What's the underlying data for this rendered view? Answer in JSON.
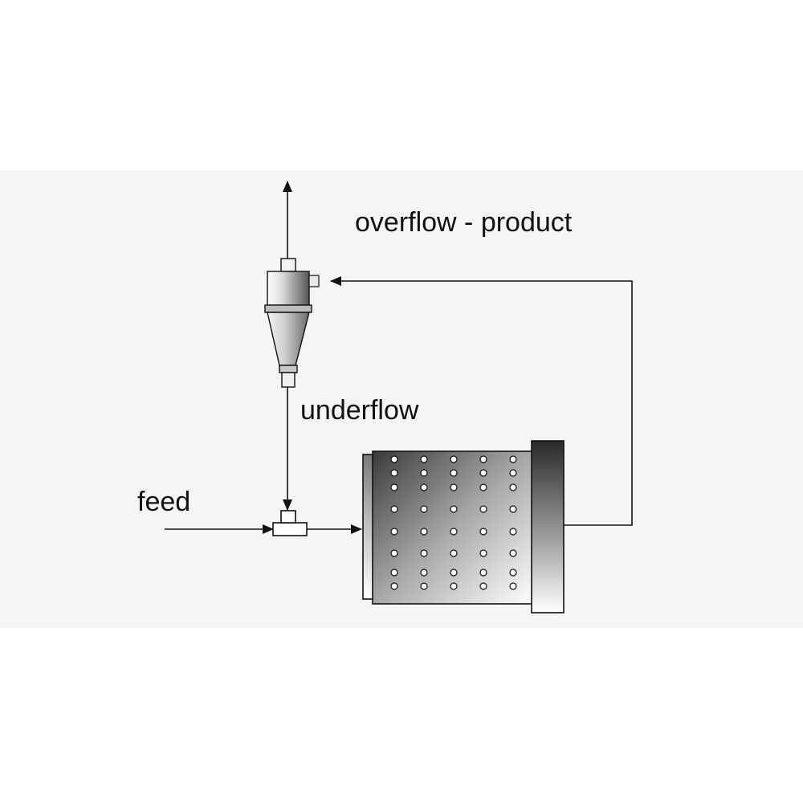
{
  "labels": {
    "overflow_product": "overflow - product",
    "underflow": "underflow",
    "feed": "feed"
  },
  "components": {
    "hydrocyclone": "hydrocyclone-icon",
    "ball_mill": "ball-mill-icon",
    "mixing_tee": "tee-junction-icon"
  },
  "colors": {
    "background": "#f5f5f5",
    "line": "#111111",
    "equipment_light": "#ffffff",
    "equipment_dark": "#2a2a2a"
  }
}
